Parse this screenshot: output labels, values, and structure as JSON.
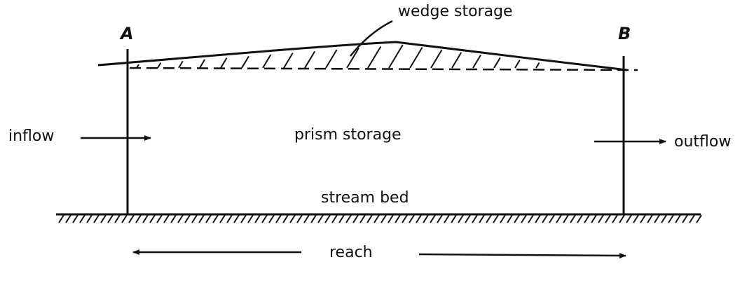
{
  "labels": {
    "section_a": "A",
    "section_b": "B",
    "wedge_storage": "wedge storage",
    "prism_storage": "prism storage",
    "inflow": "inflow",
    "outflow": "outflow",
    "stream_bed": "stream bed",
    "reach": "reach"
  },
  "colors": {
    "ink": "#111111",
    "background": "#ffffff"
  }
}
